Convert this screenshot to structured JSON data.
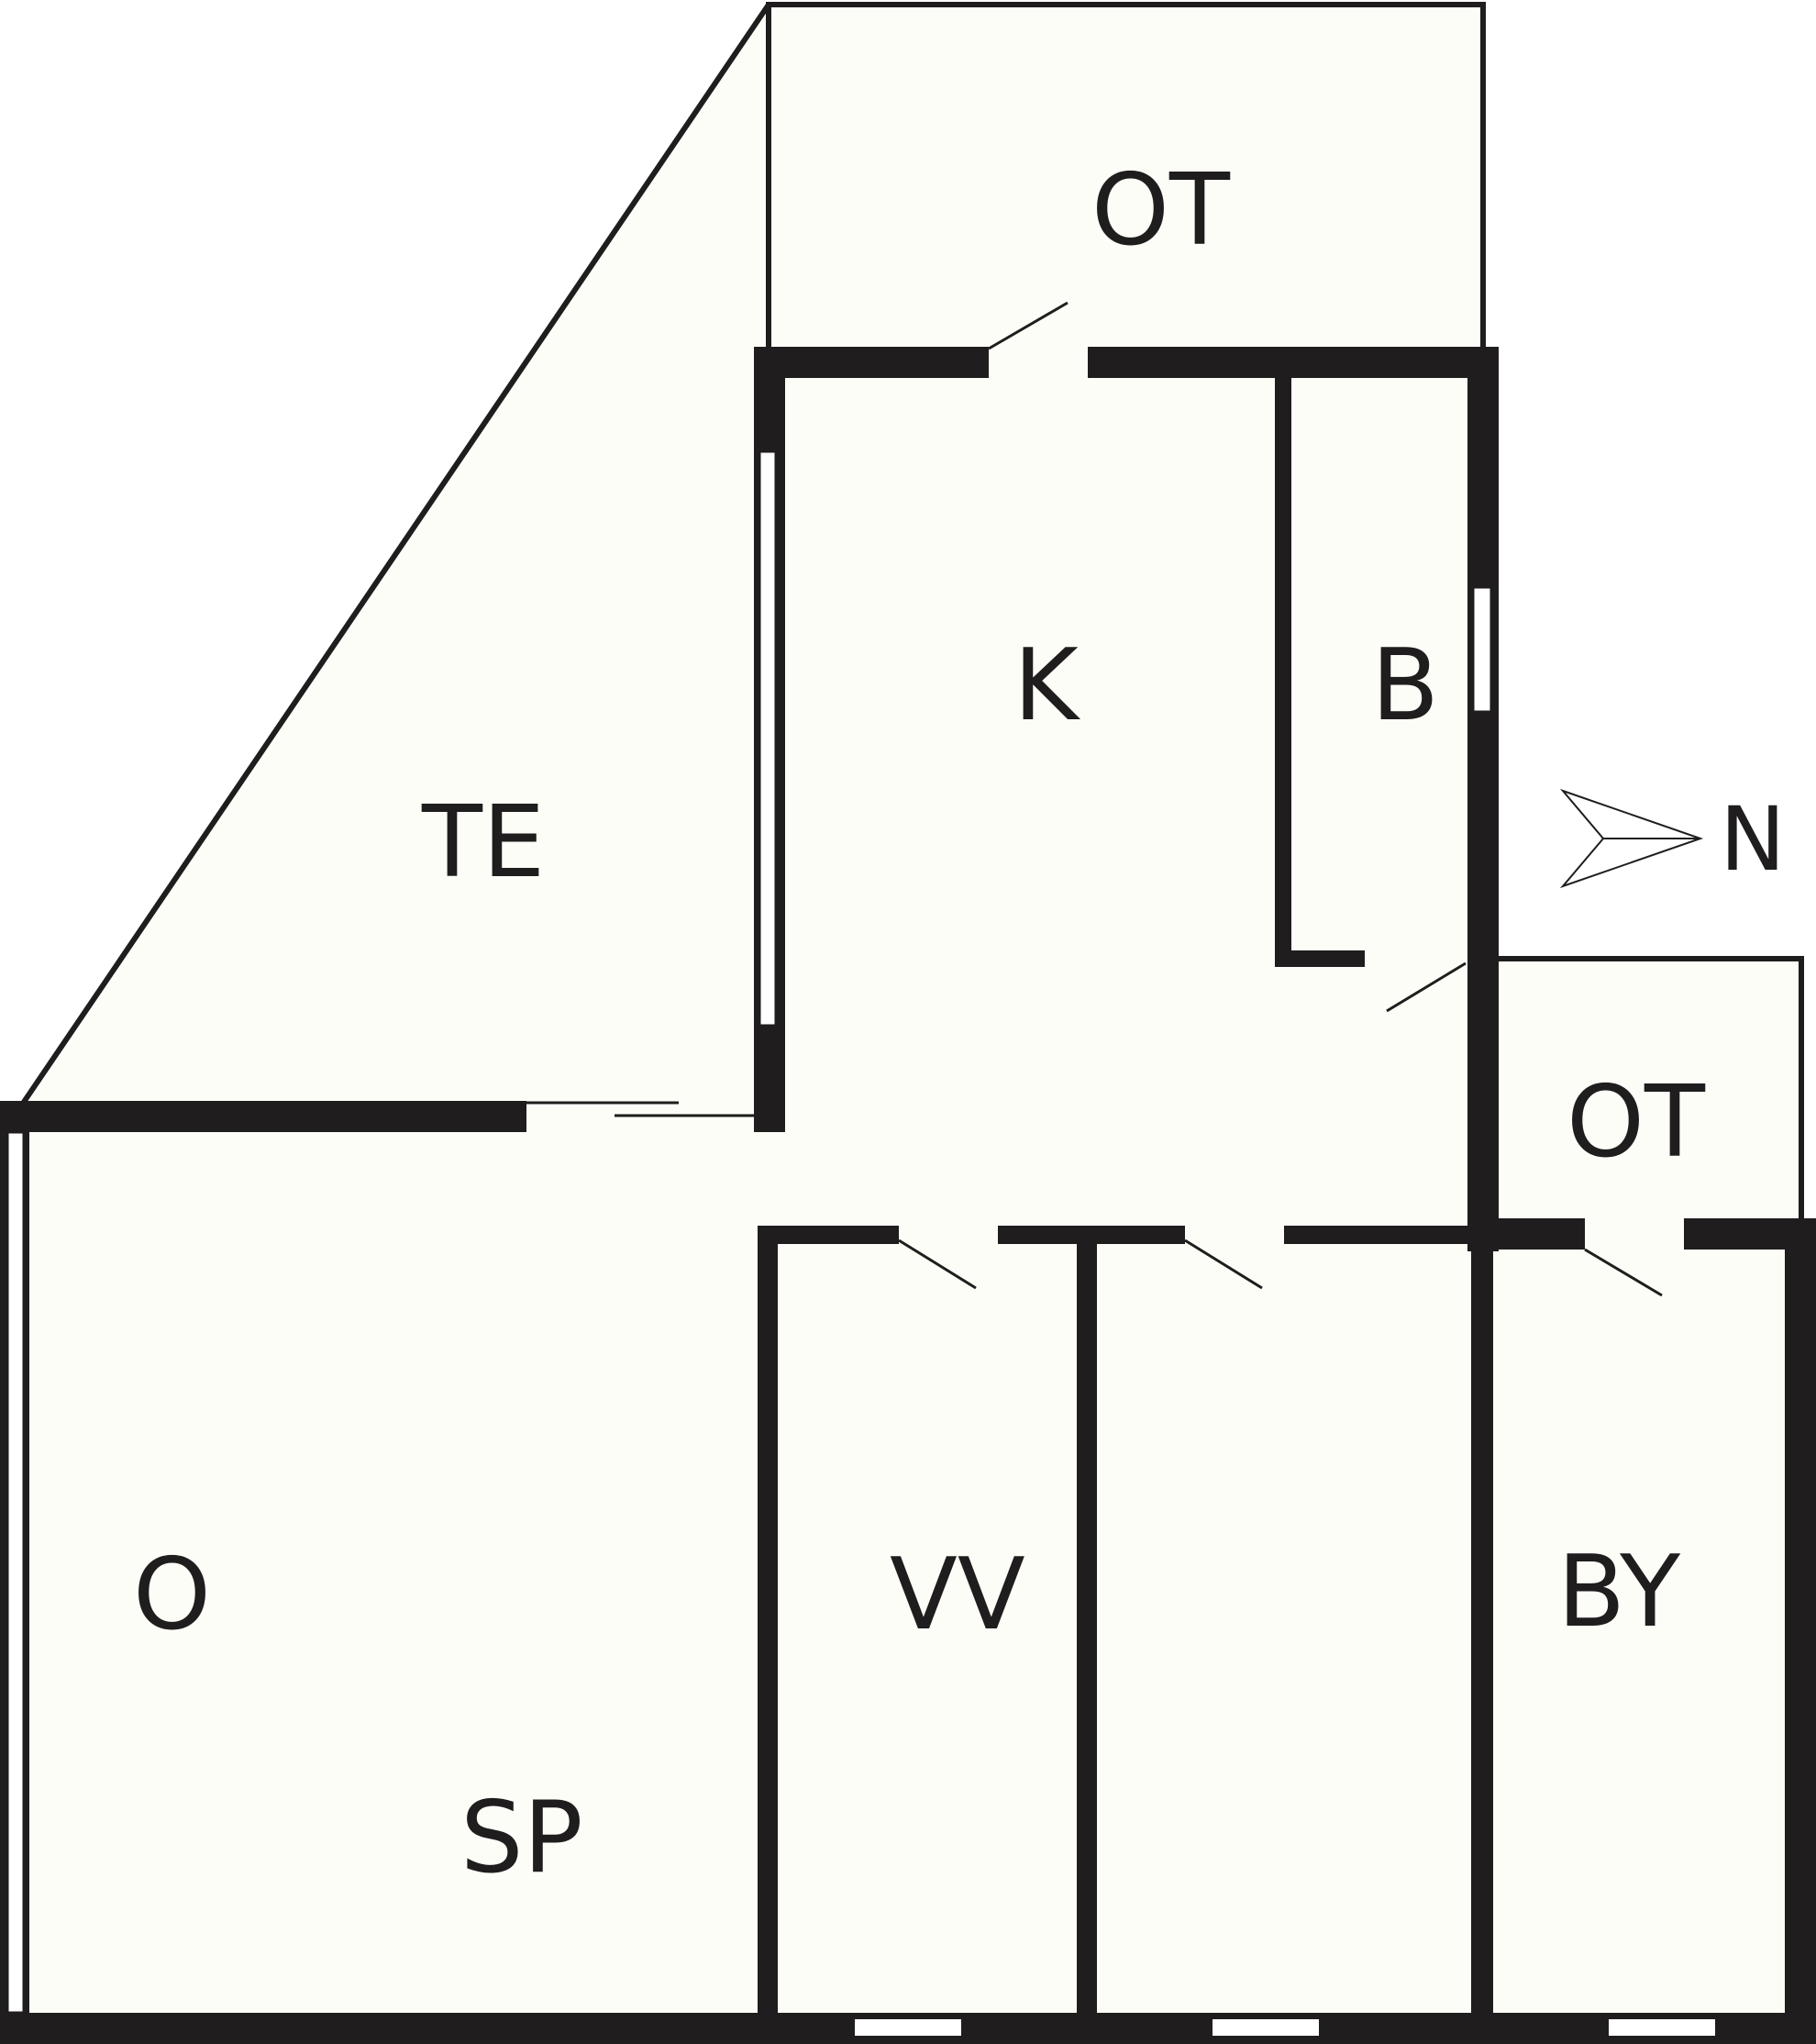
{
  "colors": {
    "wall": "#1f1d1d",
    "floor": "#fdfdf8",
    "background": "#ffffff"
  },
  "labels": {
    "ot_top": "OT",
    "k": "K",
    "b": "B",
    "te": "TE",
    "ot_right": "OT",
    "o": "O",
    "sp": "SP",
    "vv": "VV",
    "by": "BY"
  },
  "compass": {
    "label": "N",
    "icon": "north-arrow-icon"
  }
}
